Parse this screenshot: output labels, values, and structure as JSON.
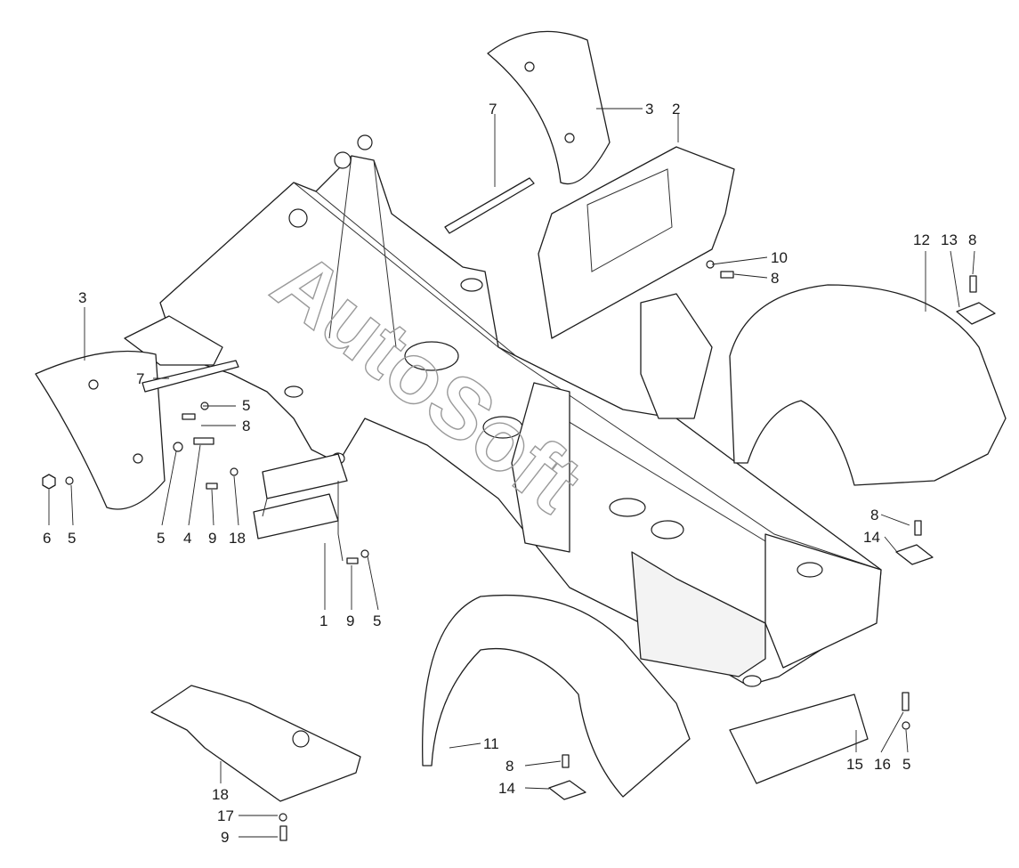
{
  "watermark": "AutoSoft",
  "callouts": {
    "c1": "1",
    "c2": "2",
    "c3a": "3",
    "c3b": "3",
    "c4": "4",
    "c5a": "5",
    "c5b": "5",
    "c5c": "5",
    "c5d": "5",
    "c5e": "5",
    "c6": "6",
    "c7a": "7",
    "c7b": "7",
    "c8a": "8",
    "c8b": "8",
    "c8c": "8",
    "c8d": "8",
    "c8e": "8",
    "c9a": "9",
    "c9b": "9",
    "c9c": "9",
    "c10": "10",
    "c11": "11",
    "c12": "12",
    "c13": "13",
    "c14a": "14",
    "c14b": "14",
    "c15": "15",
    "c16": "16",
    "c17": "17",
    "c18a": "18",
    "c18b": "18"
  }
}
